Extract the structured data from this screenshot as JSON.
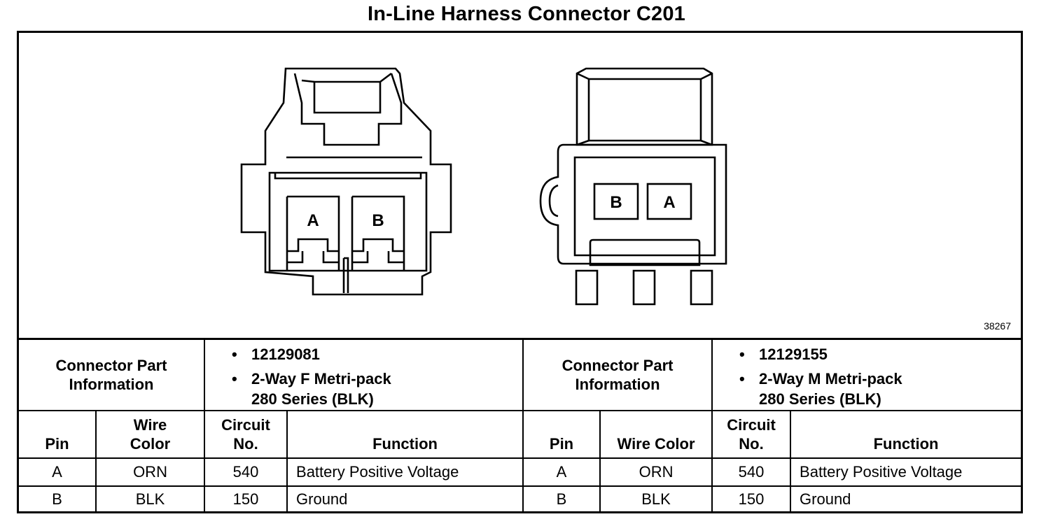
{
  "title": "In-Line Harness Connector C201",
  "figure_id": "38267",
  "connectors": [
    {
      "info_label": "Connector Part Information",
      "part_number": "12129081",
      "description_line1": "2-Way F Metri-pack",
      "description_line2": "280 Series (BLK)",
      "pin_labels": [
        "A",
        "B"
      ],
      "headers": {
        "pin": "Pin",
        "wire_color": "Wire Color",
        "circuit": "Circuit No.",
        "function": "Function"
      },
      "rows": [
        {
          "pin": "A",
          "wire_color": "ORN",
          "circuit": "540",
          "function": "Battery Positive Voltage"
        },
        {
          "pin": "B",
          "wire_color": "BLK",
          "circuit": "150",
          "function": "Ground"
        }
      ]
    },
    {
      "info_label": "Connector Part Information",
      "part_number": "12129155",
      "description_line1": "2-Way M Metri-pack",
      "description_line2": "280 Series (BLK)",
      "pin_labels": [
        "B",
        "A"
      ],
      "headers": {
        "pin": "Pin",
        "wire_color": "Wire Color",
        "circuit": "Circuit No.",
        "function": "Function"
      },
      "rows": [
        {
          "pin": "A",
          "wire_color": "ORN",
          "circuit": "540",
          "function": "Battery Positive Voltage"
        },
        {
          "pin": "B",
          "wire_color": "BLK",
          "circuit": "150",
          "function": "Ground"
        }
      ]
    }
  ]
}
